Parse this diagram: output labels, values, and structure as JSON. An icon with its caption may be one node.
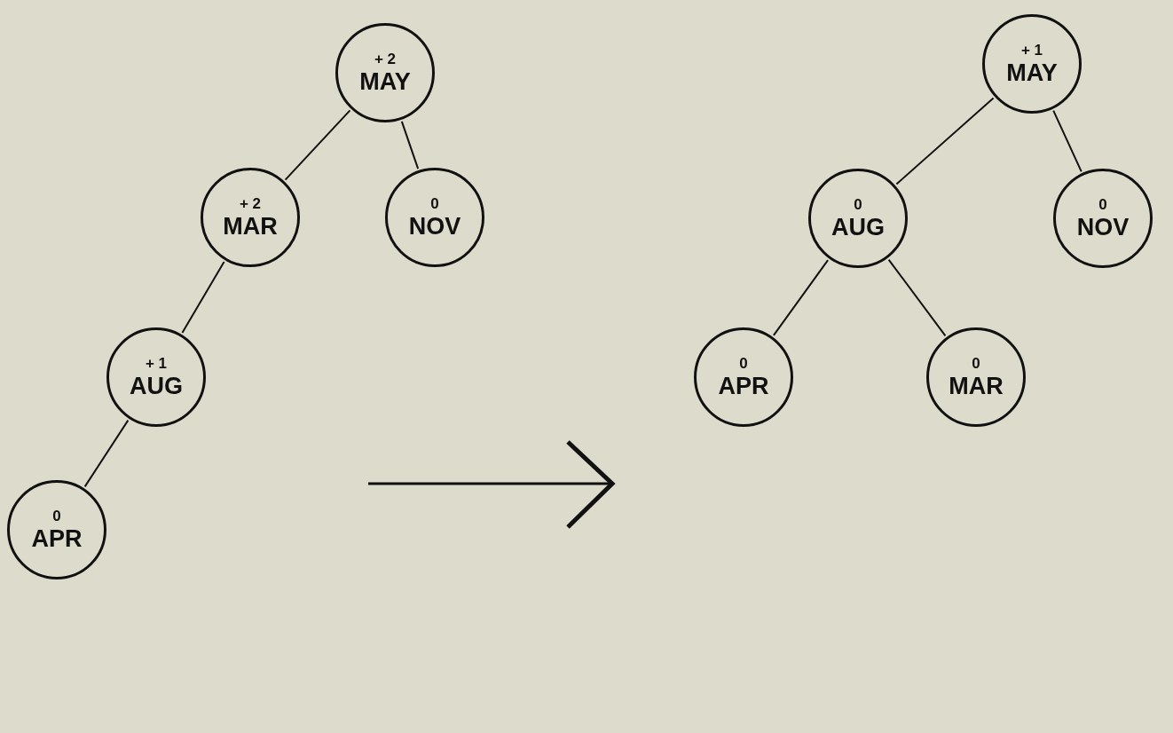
{
  "diagram": {
    "nodes": [
      {
        "text": [
          "+ 2",
          "MAY"
        ]
      },
      {
        "text": [
          "+ 2",
          "MAR"
        ]
      },
      {
        "text": [
          "0",
          "NOV"
        ]
      },
      {
        "text": [
          "+ 1",
          "AUG"
        ]
      },
      {
        "text": [
          "0",
          "APR"
        ]
      },
      {
        "text": [
          "+ 1",
          "MAY"
        ]
      },
      {
        "text": [
          "0",
          "AUG"
        ]
      },
      {
        "text": [
          "0",
          "NOV"
        ]
      },
      {
        "text": [
          "0",
          "APR"
        ]
      },
      {
        "text": [
          "0",
          "MAR"
        ]
      }
    ],
    "edges": [
      {
        "from": 0,
        "to": 1,
        "arrow": "none"
      },
      {
        "from": 0,
        "to": 2,
        "arrow": "none"
      },
      {
        "from": 1,
        "to": 3,
        "arrow": "none"
      },
      {
        "from": 3,
        "to": 4,
        "arrow": "none"
      },
      {
        "from": 5,
        "to": 6,
        "arrow": "none"
      },
      {
        "from": 5,
        "to": 7,
        "arrow": "none"
      },
      {
        "from": 6,
        "to": 8,
        "arrow": "none"
      },
      {
        "from": 6,
        "to": 9,
        "arrow": "none"
      }
    ]
  }
}
